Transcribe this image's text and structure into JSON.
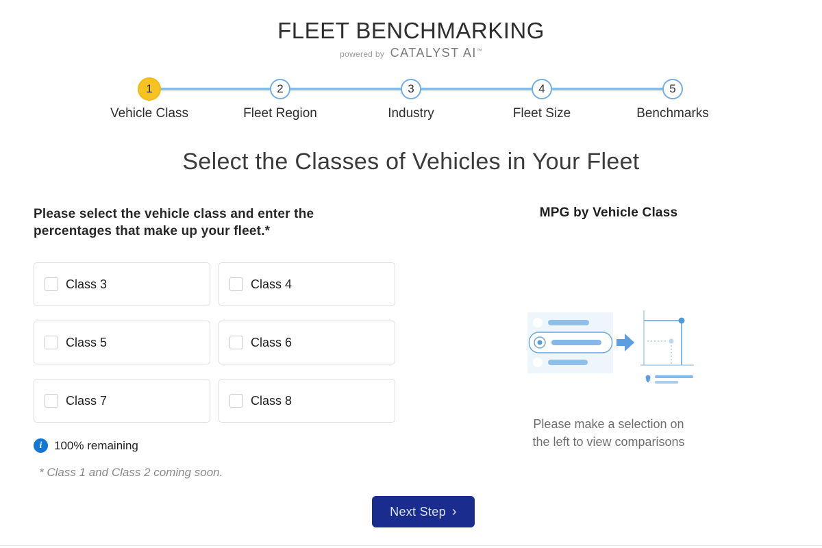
{
  "header": {
    "title": "FLEET BENCHMARKING",
    "powered_by": "powered by",
    "brand": "CATALYST AI",
    "tm": "™"
  },
  "stepper": {
    "steps": [
      {
        "num": "1",
        "label": "Vehicle Class",
        "active": true
      },
      {
        "num": "2",
        "label": "Fleet Region",
        "active": false
      },
      {
        "num": "3",
        "label": "Industry",
        "active": false
      },
      {
        "num": "4",
        "label": "Fleet Size",
        "active": false
      },
      {
        "num": "5",
        "label": "Benchmarks",
        "active": false
      }
    ]
  },
  "page": {
    "heading": "Select the Classes of Vehicles in Your Fleet"
  },
  "left": {
    "instruction": "Please select the vehicle class and enter the percentages that make up your fleet.*",
    "classes": [
      "Class 3",
      "Class 4",
      "Class 5",
      "Class 6",
      "Class 7",
      "Class 8"
    ],
    "checkbox_state": "unchecked",
    "info_icon_glyph": "i",
    "remaining": "100% remaining",
    "footnote": "* Class 1 and Class 2 coming soon."
  },
  "right": {
    "heading": "MPG by Vehicle Class",
    "placeholder_line1": "Please make a selection on",
    "placeholder_line2": "the left to view comparisons"
  },
  "footer": {
    "next_label": "Next Step",
    "chevron": "›"
  },
  "colors": {
    "step_active_yellow": "#f7c323",
    "stepper_blue": "#87bde9",
    "info_blue": "#1377d4",
    "button_navy": "#1a2c8e",
    "illustration_blue": "#85b8e8",
    "illustration_panel": "#eef5fb"
  }
}
